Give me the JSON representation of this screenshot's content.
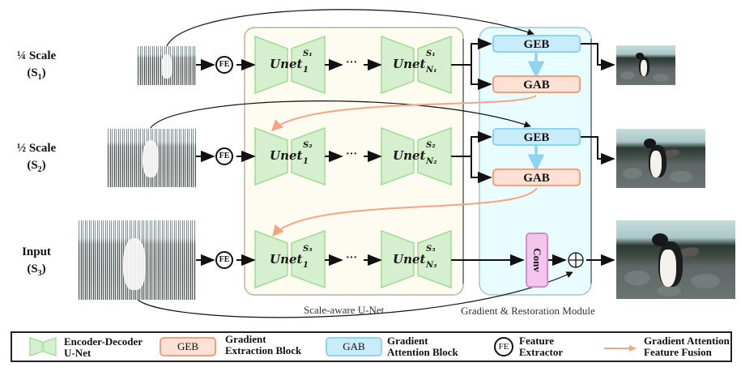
{
  "rows": [
    {
      "label_line1": "¼ Scale",
      "label_symbol": "S",
      "label_index": "1",
      "id": "s1"
    },
    {
      "label_line1": "½ Scale",
      "label_symbol": "S",
      "label_index": "2",
      "id": "s2"
    },
    {
      "label_line1": "Input",
      "label_symbol": "S",
      "label_index": "3",
      "id": "s3"
    }
  ],
  "fe_label": "FE",
  "ellipsis": "···",
  "unets": [
    {
      "first": {
        "base": "Unet",
        "sup": "S₁",
        "sub": "1"
      },
      "last": {
        "base": "Unet",
        "sup": "S₁",
        "sub": "N₁"
      }
    },
    {
      "first": {
        "base": "Unet",
        "sup": "S₂",
        "sub": "1"
      },
      "last": {
        "base": "Unet",
        "sup": "S₂",
        "sub": "N₂"
      }
    },
    {
      "first": {
        "base": "Unet",
        "sup": "S₃",
        "sub": "1"
      },
      "last": {
        "base": "Unet",
        "sup": "S₃",
        "sub": "N₃"
      }
    }
  ],
  "blocks": {
    "geb": "GEB",
    "gab": "GAB",
    "conv": "Conv",
    "add_symbol": "⊕"
  },
  "panels": {
    "scale_aware": "Scale-aware U-Net",
    "gradient_restoration": "Gradient & Restoration Module"
  },
  "colors": {
    "unet_fill": "#d6f0cf",
    "unet_stroke": "#9fdc93",
    "panel_unet_fill": "#fefcf0",
    "panel_grm_fill": "#e9fcff",
    "geb_fill": "#c9ecfa",
    "gab_fill": "#fce1d4",
    "fusion_arrow": "#f4a482",
    "conv_fill": "#f4c6ee"
  },
  "legend": {
    "unet_line1": "Encoder-Decoder",
    "unet_line2": "U-Net",
    "geb_box": "GEB",
    "geb_line1": "Gradient",
    "geb_line2": "Extraction Block",
    "gab_box": "GAB",
    "gab_line1": "Gradient",
    "gab_line2": "Attention Block",
    "fe_circle": "FE",
    "fe_line1": "Feature",
    "fe_line2": "Extractor",
    "arrow_line1": "Gradient Attention",
    "arrow_line2": "Feature Fusion"
  }
}
